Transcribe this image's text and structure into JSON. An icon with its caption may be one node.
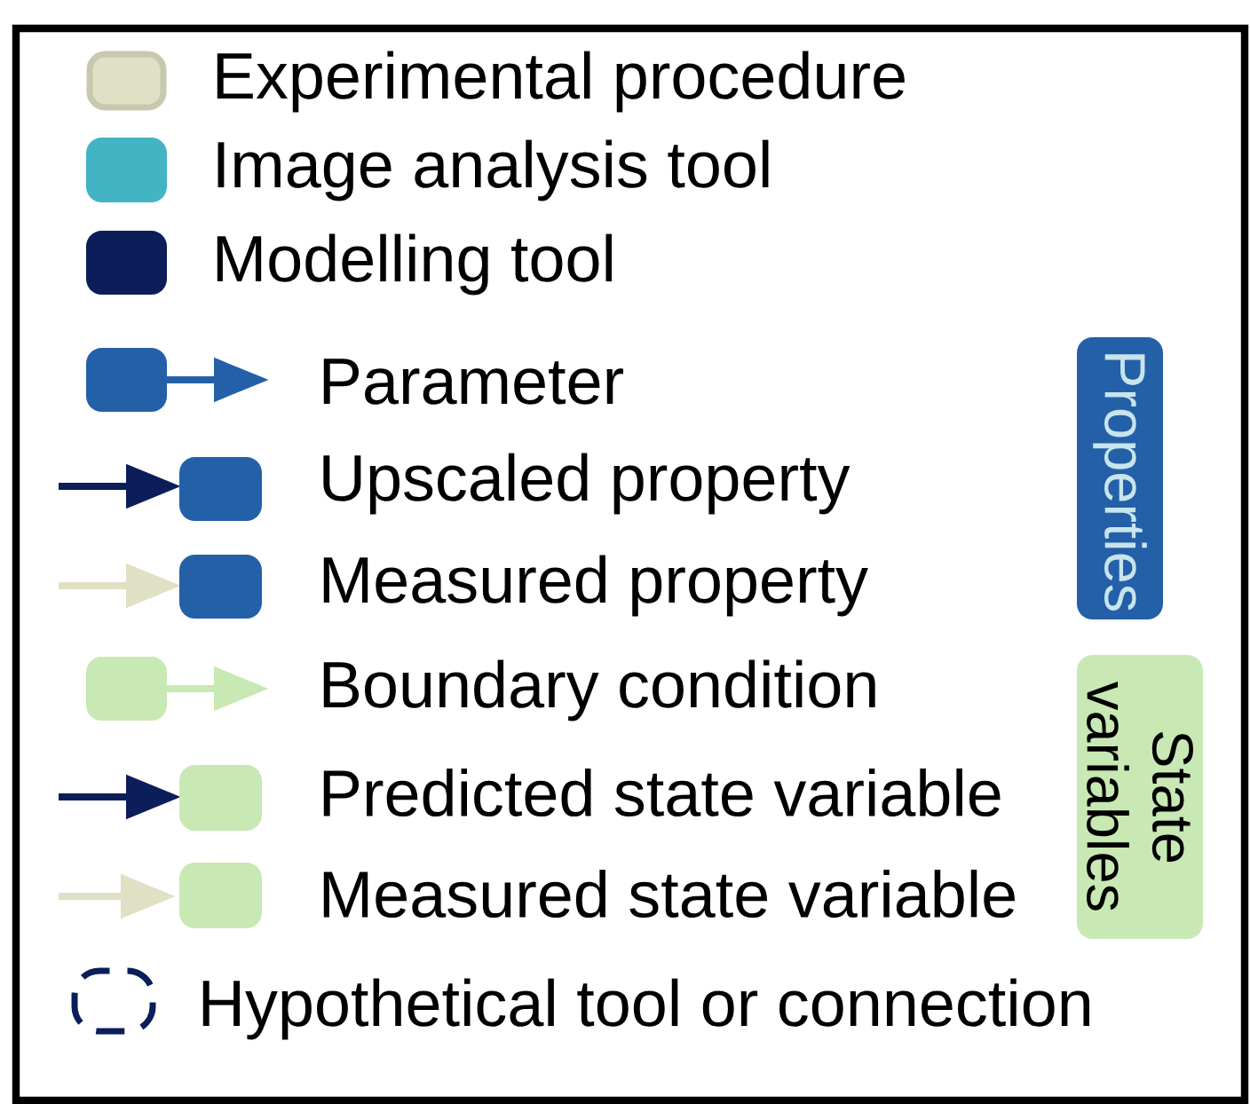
{
  "diagram": {
    "nodes": [
      {
        "text": [
          "Properties"
        ]
      },
      {
        "text": [
          "State variables"
        ]
      }
    ],
    "edges": [],
    "legend": [
      {
        "text": "Experimental procedure",
        "color": "#e0e0c4"
      },
      {
        "text": "Image analysis tool",
        "color": "#42b4c4"
      },
      {
        "text": "Modelling tool",
        "color": "#0b1e5a"
      },
      {
        "text": "Parameter"
      },
      {
        "text": "Upscaled property"
      },
      {
        "text": "Measured property"
      },
      {
        "text": "Boundary condition"
      },
      {
        "text": "Predicted state variable"
      },
      {
        "text": "Measured state variable"
      },
      {
        "text": "Hypothetical tool or connection"
      }
    ]
  }
}
